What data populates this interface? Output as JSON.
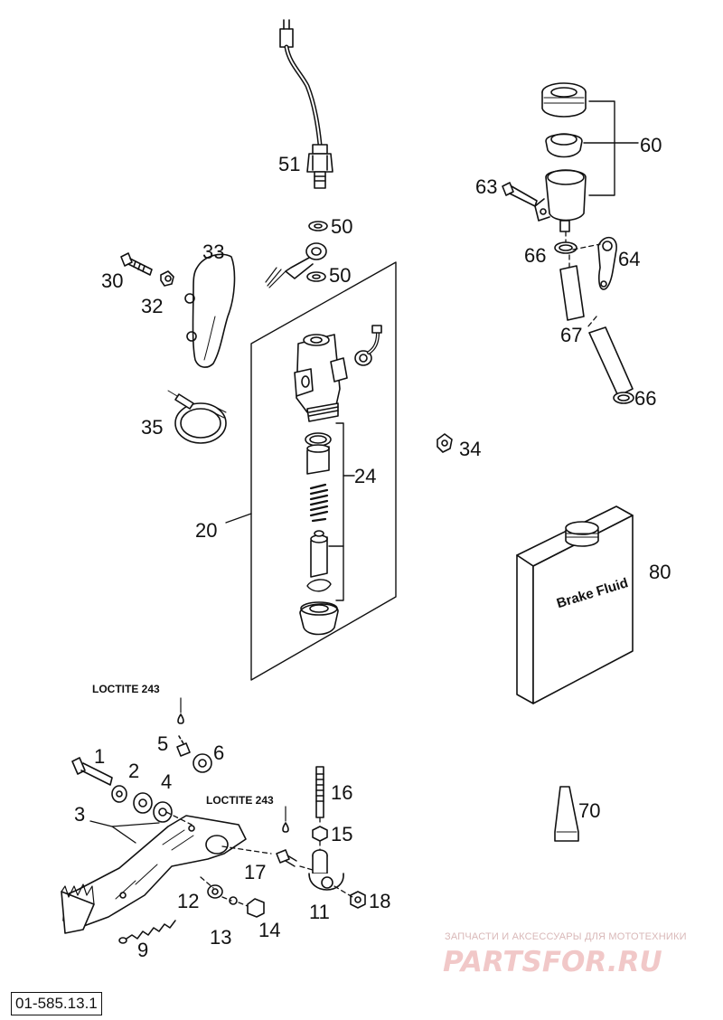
{
  "diagram": {
    "code": "01-585.13.1",
    "loctite_labels": [
      "LOCTITE 243",
      "LOCTITE 243"
    ],
    "can_text": "Brake Fluid",
    "callouts": {
      "c1": "1",
      "c2": "2",
      "c3": "3",
      "c4": "4",
      "c5": "5",
      "c6": "6",
      "c9": "9",
      "c11": "11",
      "c12": "12",
      "c13": "13",
      "c14": "14",
      "c15": "15",
      "c16": "16",
      "c17": "17",
      "c18": "18",
      "c20": "20",
      "c24": "24",
      "c30": "30",
      "c32": "32",
      "c33": "33",
      "c34": "34",
      "c35": "35",
      "c50a": "50",
      "c50b": "50",
      "c51": "51",
      "c60": "60",
      "c63": "63",
      "c64": "64",
      "c66a": "66",
      "c66b": "66",
      "c67": "67",
      "c70": "70",
      "c80": "80"
    }
  },
  "watermark": {
    "subtitle": "ЗАПЧАСТИ И АКСЕССУАРЫ ДЛЯ МОТОТЕХНИКИ",
    "logo_text": "PARTSFOR.RU",
    "color": "#e8a0a0"
  }
}
